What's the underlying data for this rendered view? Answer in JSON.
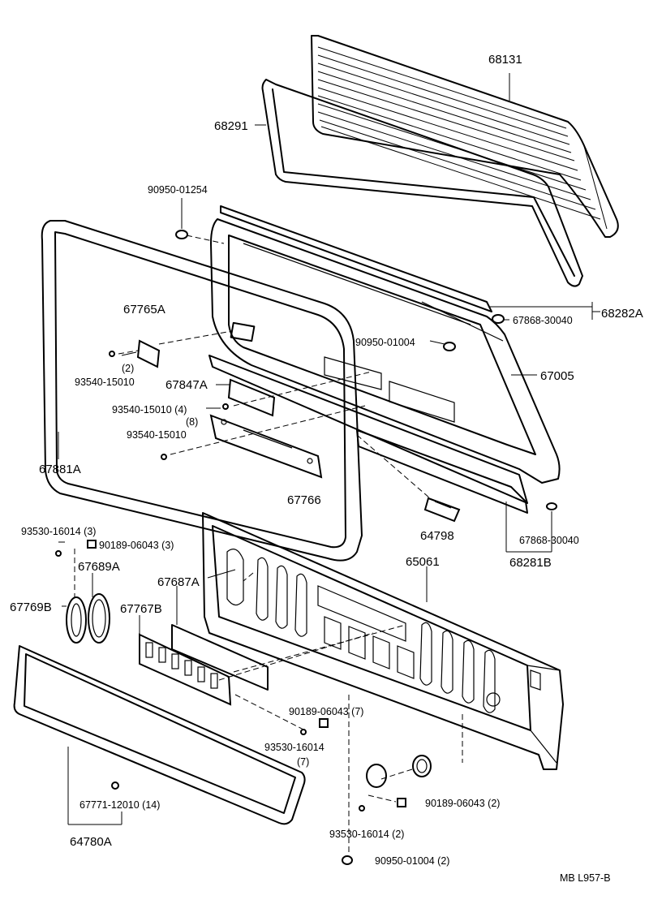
{
  "labels": {
    "p68131": "68131",
    "p68291": "68291",
    "p90950_01254": "90950-01254",
    "p68282a": "68282A",
    "p67868_30040_top": "67868-30040",
    "p67765a": "67765A",
    "p90950_01004": "90950-01004",
    "p67005": "67005",
    "p2": "(2)",
    "p93540_15010_a": "93540-15010",
    "p67847a": "67847A",
    "p93540_15010_4": "93540-15010 (4)",
    "p8": "(8)",
    "p93540_15010_b": "93540-15010",
    "p67881a": "67881A",
    "p67766": "67766",
    "p64798": "64798",
    "p67868_30040_bot": "67868-30040",
    "p68281b": "68281B",
    "p93530_16014_3": "93530-16014 (3)",
    "p90189_06043_3": "90189-06043 (3)",
    "p67689a": "67689A",
    "p67687a": "67687A",
    "p65061": "65061",
    "p67769b": "67769B",
    "p67767b": "67767B",
    "p90189_06043_7": "90189-06043 (7)",
    "p93530_16014_a": "93530-16014",
    "p7": "(7)",
    "p90189_06043_2": "90189-06043 (2)",
    "p67771_12010_14": "67771-12010 (14)",
    "p64780a": "64780A",
    "p93530_16014_2": "93530-16014 (2)",
    "p90950_01004_2": "90950-01004 (2)",
    "ref_code": "MB  L957-B"
  }
}
